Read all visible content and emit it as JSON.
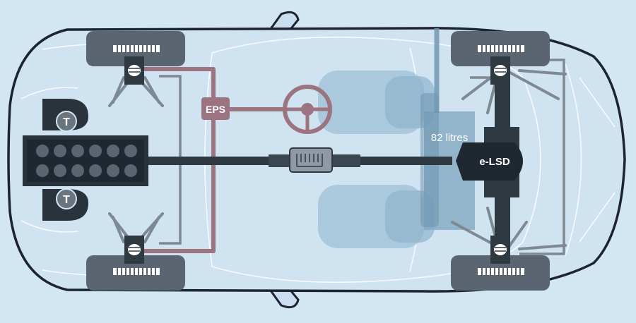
{
  "labels": {
    "eps": "EPS",
    "fuel_tank": "82 litres",
    "differential": "e-LSD",
    "turbo_front": "T",
    "turbo_rear": "T"
  },
  "colors": {
    "background": "#d3e6f3",
    "body_outline": "#1b2430",
    "body_fill": "#cfe3f1",
    "inner_lines": "#ffffff",
    "wheel": "#5a6571",
    "drivetrain": "#2f3942",
    "suspension": "#7e8993",
    "steering": "#9c7480",
    "fuel_tank": "#7fa5bf",
    "seat": "#9fc0d6"
  },
  "icons": [
    "turbocharger-icon",
    "steering-wheel-icon",
    "coil-spring-icon",
    "engine-icon",
    "gearbox-icon"
  ]
}
